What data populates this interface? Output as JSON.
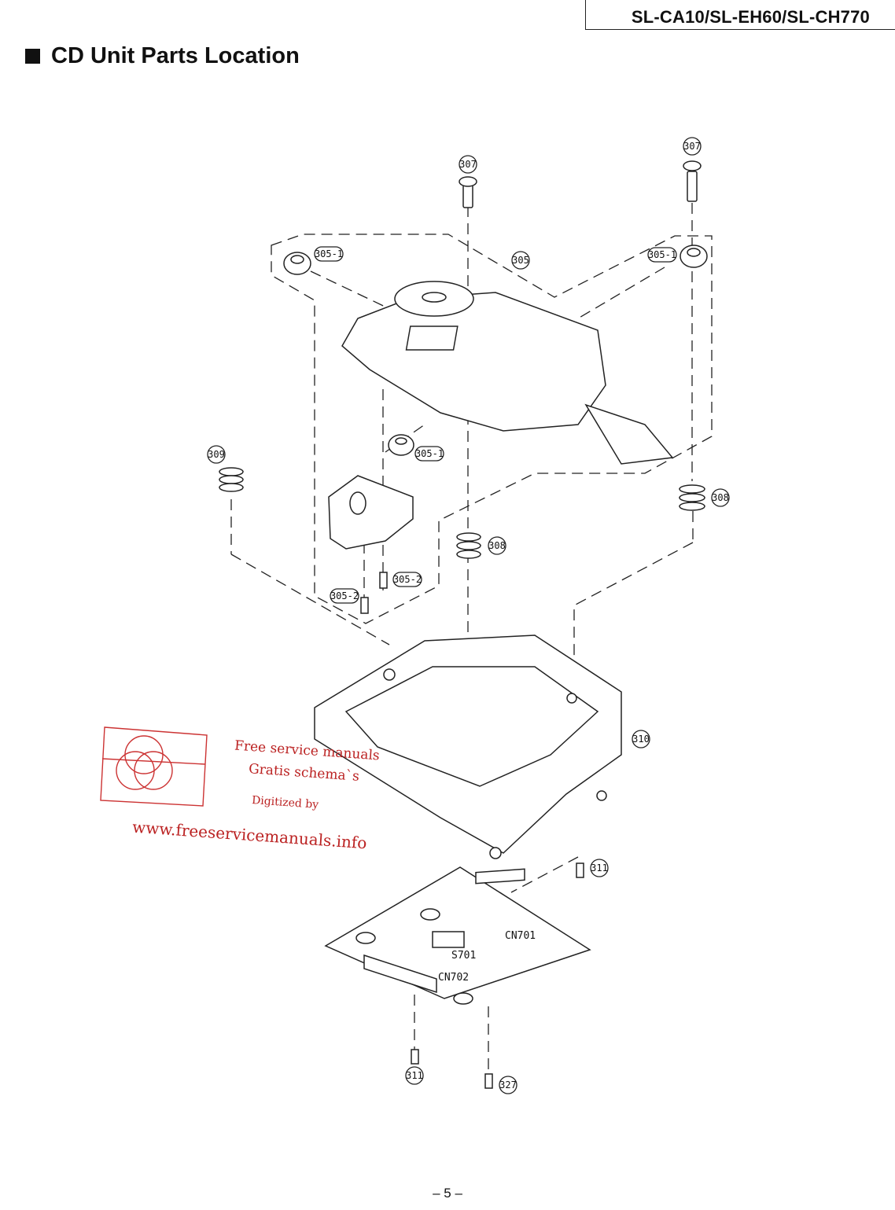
{
  "header": {
    "model": "SL-CA10/SL-EH60/SL-CH770",
    "title": "CD Unit Parts Location"
  },
  "callouts": {
    "p307a": "307",
    "p307b": "307",
    "p305": "305",
    "p3051a": "305-1",
    "p3051b": "305-1",
    "p3051c": "305-1",
    "p3052a": "305-2",
    "p3052b": "305-2",
    "p308a": "308",
    "p308b": "308",
    "p309": "309",
    "p310": "310",
    "p311a": "311",
    "p311b": "311",
    "p327": "327"
  },
  "board_labels": {
    "cn701": "CN701",
    "s701": "S701",
    "cn702": "CN702"
  },
  "watermark": {
    "line1": "Free service manuals",
    "line2": "Gratis schema`s",
    "line3": "Digitized by",
    "url": "www.freeservicemanuals.info"
  },
  "footer": {
    "page": "– 5 –"
  }
}
